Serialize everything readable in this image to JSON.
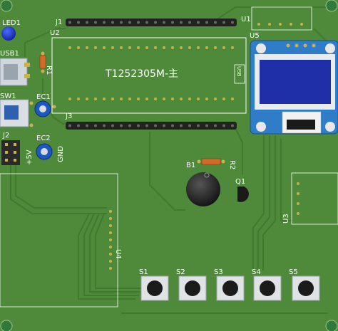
{
  "board": {
    "title_text": "T1252305M-主",
    "colors": {
      "pcb": "#4e8a3a",
      "trace": "#3f7a2e",
      "silk": "#ffffff",
      "pad": "#c9b24a",
      "header": "#222222",
      "oled_frame": "#2f7dc8",
      "oled_screen": "#1f2fa8",
      "led": "#1b35c9",
      "electrolytic": "#1c57c2",
      "resistor": "#d46a2a"
    }
  },
  "labels": {
    "led1": "LED1",
    "usb1": "USB1",
    "r1": "R1",
    "sw1": "SW1",
    "ec1": "EC1",
    "ec2": "EC2",
    "j2": "J2",
    "plus5v": "+5V",
    "gnd": "GND",
    "j1": "J1",
    "u2": "U2",
    "j3": "J3",
    "u1": "U1",
    "u5": "U5",
    "usb_side": "USB",
    "b1": "B1",
    "r2": "R2",
    "q1": "Q1",
    "u3": "U3",
    "u4": "U4",
    "s1": "S1",
    "s2": "S2",
    "s3": "S3",
    "s4": "S4",
    "s5": "S5"
  }
}
